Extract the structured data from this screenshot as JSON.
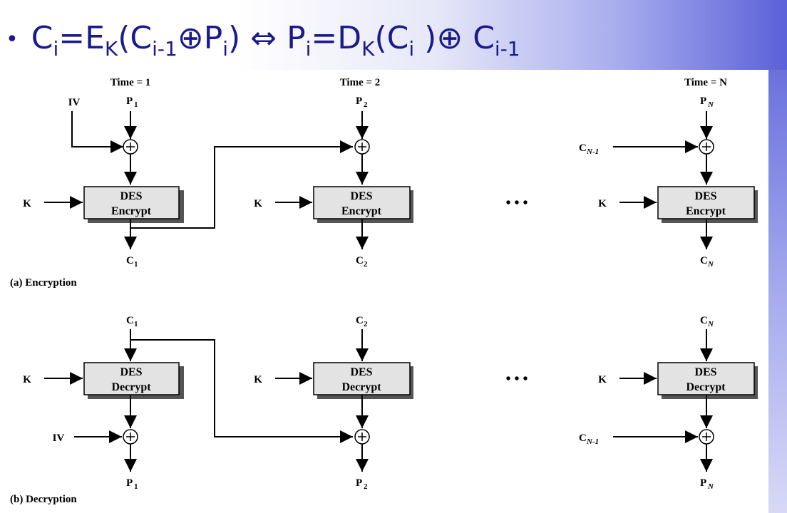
{
  "formula": {
    "bullet": "•",
    "ci_c": "C",
    "ci_i": "i",
    "eq1": "=E",
    "ek_k": "K",
    "p1": "(C",
    "cim1": "i-1",
    "oplus1": "⊕P",
    "pi_i": "i",
    "close1": ")",
    "iff": " ⇔ ",
    "pi2_p": "P",
    "pi2_i": "i",
    "eq2": "=D",
    "dk_k": "K",
    "p2": "(C",
    "ci2": "i",
    "close2": " )⊕ C",
    "cim1b": "i-1"
  },
  "diagram": {
    "time_labels": [
      "Time = 1",
      "Time = 2",
      "Time = N"
    ],
    "iv": "IV",
    "k": "K",
    "des": "DES",
    "encrypt": "Encrypt",
    "decrypt": "Decrypt",
    "p1": "P",
    "p1_sub": "1",
    "p2": "P",
    "p2_sub": "2",
    "pn": "P",
    "pn_sub": "N",
    "c1": "C",
    "c1_sub": "1",
    "c2": "C",
    "c2_sub": "2",
    "cn": "C",
    "cn_sub": "N",
    "cn1": "C",
    "cn1_sub": "N-1",
    "dots": "•   •   •",
    "caption_a": "(a) Encryption",
    "caption_b": "(b) Decryption"
  },
  "colors": {
    "title": "#1a1a8c",
    "box_fill": "#e3e3e3",
    "box_shadow": "#555555"
  }
}
